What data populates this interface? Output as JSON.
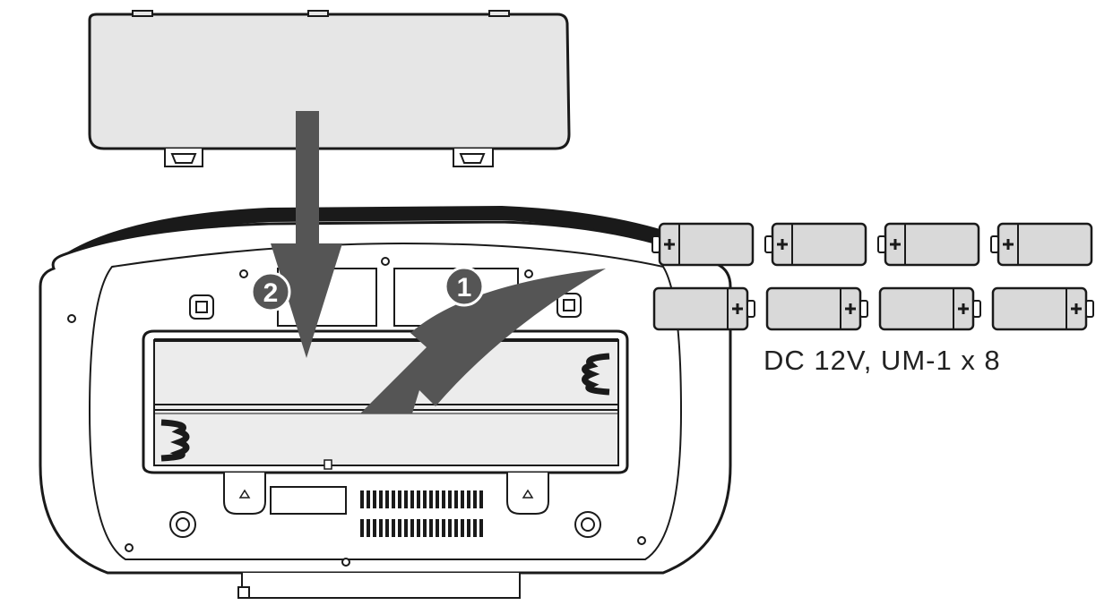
{
  "diagram": {
    "battery_spec": "DC 12V, UM-1 x 8",
    "steps": [
      {
        "number": "1"
      },
      {
        "number": "2"
      }
    ],
    "battery_rows": [
      {
        "orientation": "terminal-left",
        "count": 4
      },
      {
        "orientation": "terminal-right",
        "count": 4
      }
    ],
    "colors": {
      "line": "#1a1a1a",
      "panel_fill": "#e6e6e6",
      "battery_fill": "#d9d9d9",
      "arrow_fill": "#555555",
      "badge_fill": "#555555"
    }
  }
}
